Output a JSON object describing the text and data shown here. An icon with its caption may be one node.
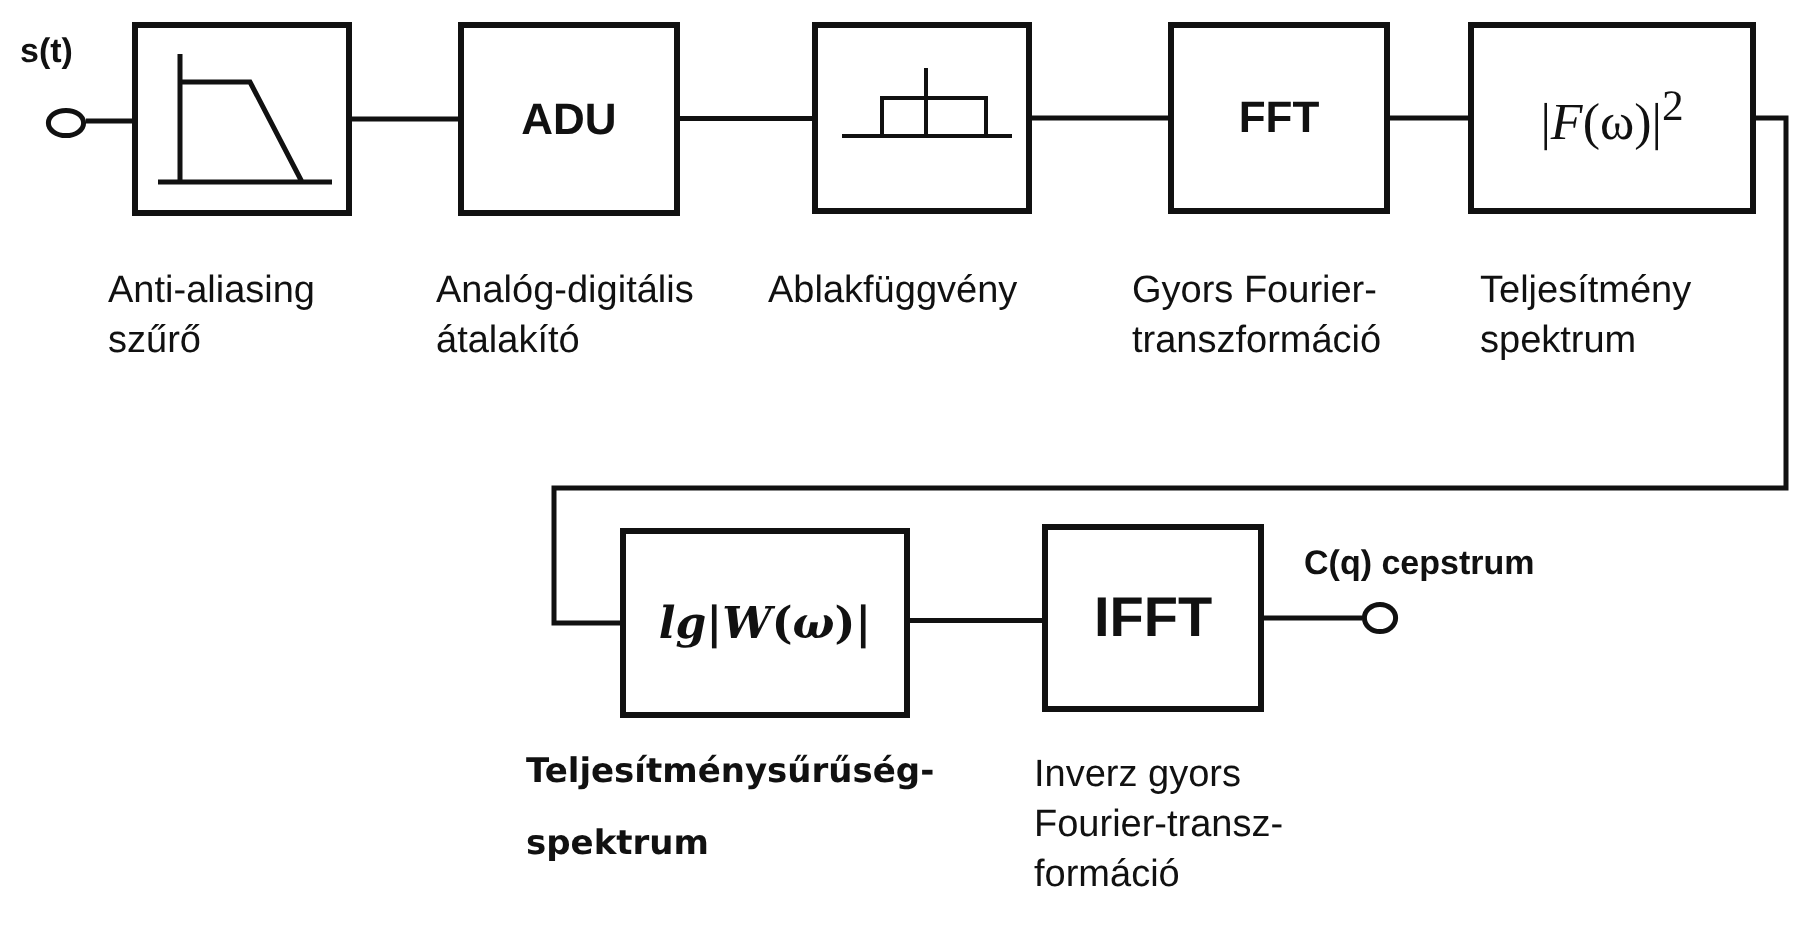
{
  "diagram": {
    "nodes": [
      {
        "text": [],
        "shape": "circle",
        "beside": [
          "s(t)"
        ]
      },
      {
        "text": [],
        "shape": "box",
        "beside": [
          "Anti-aliasing szűrő"
        ]
      },
      {
        "text": [
          "ADU"
        ],
        "beside": [
          "Analóg-digitális átalakító"
        ]
      },
      {
        "text": [],
        "shape": "box",
        "beside": [
          "Ablakfüggvény"
        ]
      },
      {
        "text": [
          "FFT"
        ],
        "beside": [
          "Gyors Fourier- transzformáció"
        ]
      },
      {
        "text": [
          "|*F*(ω)|$^{2}$"
        ],
        "beside": [
          "Teljesítmény spektrum"
        ]
      },
      {
        "text": [
          "*lg*|*W*(*ω*)|"
        ],
        "beside": [
          "Teljesítménysűrűség- spektrum"
        ]
      },
      {
        "text": [
          "IFFT"
        ],
        "beside": [
          "Inverz gyors Fourier-transz- formáció"
        ]
      },
      {
        "text": [],
        "shape": "circle",
        "beside": [
          "C(q) cepstrum"
        ]
      }
    ],
    "edges": [
      {
        "from": 0,
        "to": 1,
        "arrow": "none"
      },
      {
        "from": 1,
        "to": 2,
        "arrow": "none"
      },
      {
        "from": 2,
        "to": 3,
        "arrow": "none"
      },
      {
        "from": 3,
        "to": 4,
        "arrow": "none"
      },
      {
        "from": 4,
        "to": 5,
        "arrow": "none"
      },
      {
        "from": 5,
        "to": 6,
        "arrow": "none"
      },
      {
        "from": 6,
        "to": 7,
        "arrow": "none"
      },
      {
        "from": 7,
        "to": 8,
        "arrow": "none"
      }
    ]
  }
}
